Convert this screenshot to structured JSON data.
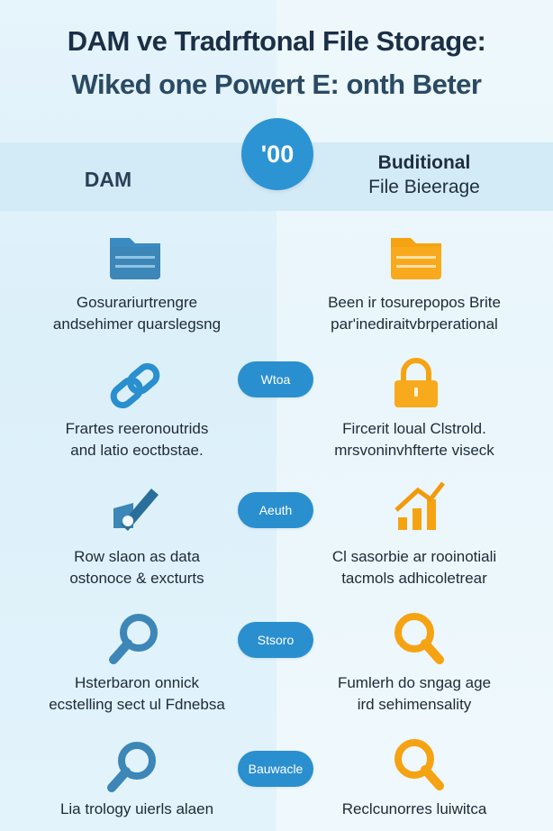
{
  "title": "DAM ve Tradrftonal File Storage:",
  "subtitle": "Wiked one Powert Ε: onth Beter",
  "top_badge": "'00",
  "columns": {
    "left_header": "DAM",
    "right_header_line1": "Buditional",
    "right_header_line2": "File Bieerage"
  },
  "rows": [
    {
      "left_icon": "folder-icon",
      "left_lines": [
        "Gosurariurtrengre",
        "andsehimer quarslegsng"
      ],
      "right_icon": "folder-icon",
      "right_lines": [
        "Been ir tosurepopos Brite",
        "par'inediraitvbrperational"
      ],
      "pill": ""
    },
    {
      "left_icon": "link-icon",
      "left_lines": [
        "Frartes reeronoutrids",
        "and latio eoctbstae."
      ],
      "right_icon": "lock-icon",
      "right_lines": [
        "Fircerit loual Clstrold.",
        "mrsvoninvhfterte viseck"
      ],
      "pill": "Wtoa"
    },
    {
      "left_icon": "edit-icon",
      "left_lines": [
        "Row slaon as data",
        "ostonoce & excturts"
      ],
      "right_icon": "chart-icon",
      "right_lines": [
        "Cl sasorbie ar rooinotiali",
        "tacmols adhicoletrear"
      ],
      "pill": "Aeuth"
    },
    {
      "left_icon": "search-icon",
      "left_lines": [
        "Hsterbaron onnick",
        "ecstelling sect ul Fdnebsa"
      ],
      "right_icon": "search-icon",
      "right_lines": [
        "Fumlerh do sngag age",
        "ird sehimensality"
      ],
      "pill": "Stsoro"
    },
    {
      "left_icon": "search-icon",
      "left_lines": [
        "Lia trology uierls alaen",
        ""
      ],
      "right_icon": "search-icon",
      "right_lines": [
        "Reclcunorres luiwitca",
        ""
      ],
      "pill": "Bauwacle"
    }
  ],
  "colors": {
    "dam_accent": "#3d86b8",
    "traditional_accent": "#f6a313",
    "badge_blue": "#2d94d3"
  }
}
